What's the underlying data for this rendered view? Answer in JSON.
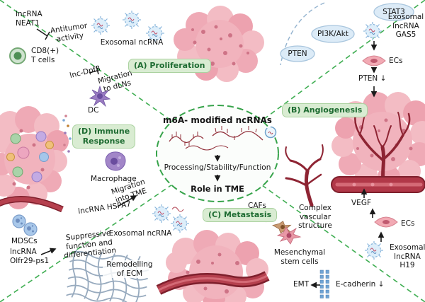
{
  "center": {
    "title": "m6A- modified ncRNAs",
    "step2": "Processing/Stability/Function",
    "step3": "Role in TME"
  },
  "quadrants": {
    "a": "(A) Proliferation",
    "b": "(B) Angiogenesis",
    "c": "(C) Metastasis",
    "d": "(D) Immune\nResponse"
  },
  "proliferation": {
    "exosomal_ncrna": "Exosomal ncRNA"
  },
  "angiogenesis": {
    "stat3": "STAT3",
    "pi3k_akt": "PI3K/Akt",
    "pten": "PTEN",
    "exosomal_lncrna_gas5": "Exosomal\nlncRNA\nGAS5",
    "ecs_upper": "ECs",
    "pten_decrease": "PTEN ↓",
    "vegf": "VEGF",
    "ecs_lower": "ECs",
    "exosomal_lncrna_h19": "Exosomal\nlncRNA\nH19"
  },
  "metastasis": {
    "exosomal_ncrna": "Exosomal ncRNA",
    "ecm_remodelling": "Remodelling\nof ECM",
    "cafs": "CAFs",
    "complex_vascular": "Complex\nvascular\nstructure",
    "mesenchymal_stem_cells": "Mesenchymal\nstem cells",
    "emt": "EMT",
    "e_cadherin_decrease": "E-cadherin ↓"
  },
  "immune": {
    "lncrna_neat1": "lncRNA\nNEAT1",
    "antitumor_activity": "Antitumor\nactivity",
    "cd8_t_cells": "CD8(+)\nT cells",
    "lnc_dpf3": "lnc-Dpf3",
    "migration_to_dlns": "Migration\nto dLNs",
    "dc": "DC",
    "macrophage": "Macrophage",
    "lncrna_hspa7": "lncRNA HSPA7",
    "migration_into_tme": "Migration\ninto TME",
    "mdscs": "MDSCs",
    "lncrna_olfr29_ps1": "lncRNA\nOlfr29-ps1",
    "suppressive_function": "Suppressive\nfunction and\ndifferentiation"
  },
  "colors": {
    "divider_green": "#3fae52",
    "label_box_bg": "#d9ecd2",
    "label_box_text": "#1d6b31",
    "tumor_pink": "#f1b3bd",
    "vessel_red": "#8e2433",
    "exosome_blue": "#8ab6dc",
    "pathway_oval_fill": "#dcebf7"
  },
  "icons": [
    "exosome-icon",
    "endothelial-cell-icon",
    "cd8-t-cell-icon",
    "dendritic-cell-icon",
    "macrophage-icon",
    "mdsc-icon",
    "caf-icon",
    "mesenchymal-stem-cell-icon",
    "e-cadherin-icon",
    "plasmid-icon",
    "ecm-mesh-icon"
  ]
}
